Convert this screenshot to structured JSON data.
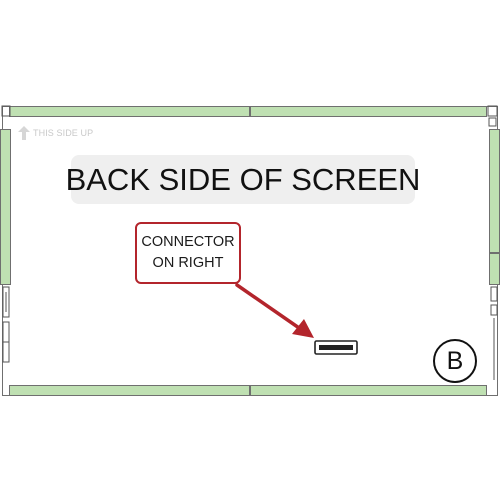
{
  "diagram": {
    "up_hint": "THIS SIDE UP",
    "title": "BACK SIDE OF SCREEN",
    "callout": {
      "line1": "CONNECTOR",
      "line2": "ON RIGHT"
    },
    "badge": "B",
    "colors": {
      "strip": "#bfe0b2",
      "outline": "#6f6f6f",
      "callout_border": "#b3252c",
      "arrow": "#b3252c",
      "title_bg": "#efefef"
    }
  }
}
